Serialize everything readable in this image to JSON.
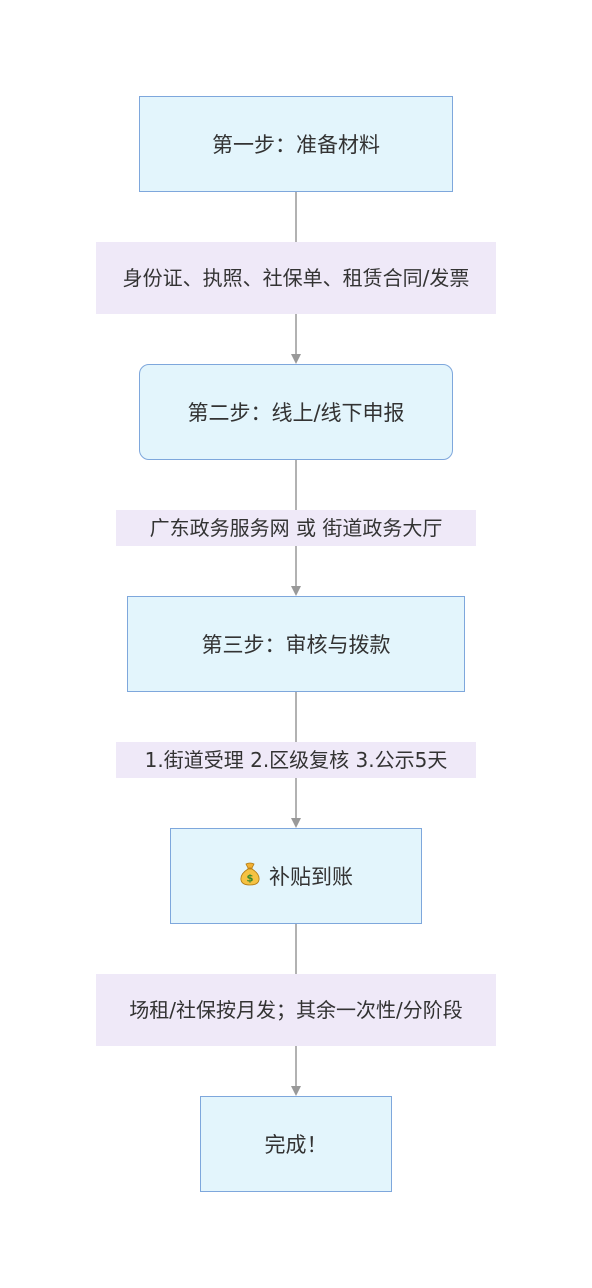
{
  "colors": {
    "node_fill": "#e3f5fc",
    "node_border": "#7ea7dc",
    "label_fill": "#efe9f8",
    "edge_line": "#999999",
    "text": "#333333"
  },
  "nodes": {
    "step1": "第一步：准备材料",
    "step2": "第二步：线上/线下申报",
    "step3": "第三步：审核与拨款",
    "step4": "补贴到账",
    "step4_icon": "money-bag-icon",
    "step5": "完成！"
  },
  "edges": {
    "e1": "身份证、执照、社保单、租赁合同/发票",
    "e2": "广东政务服务网 或 街道政务大厅",
    "e3": "1.街道受理 2.区级复核 3.公示5天",
    "e4": "场租/社保按月发；其余一次性/分阶段"
  }
}
